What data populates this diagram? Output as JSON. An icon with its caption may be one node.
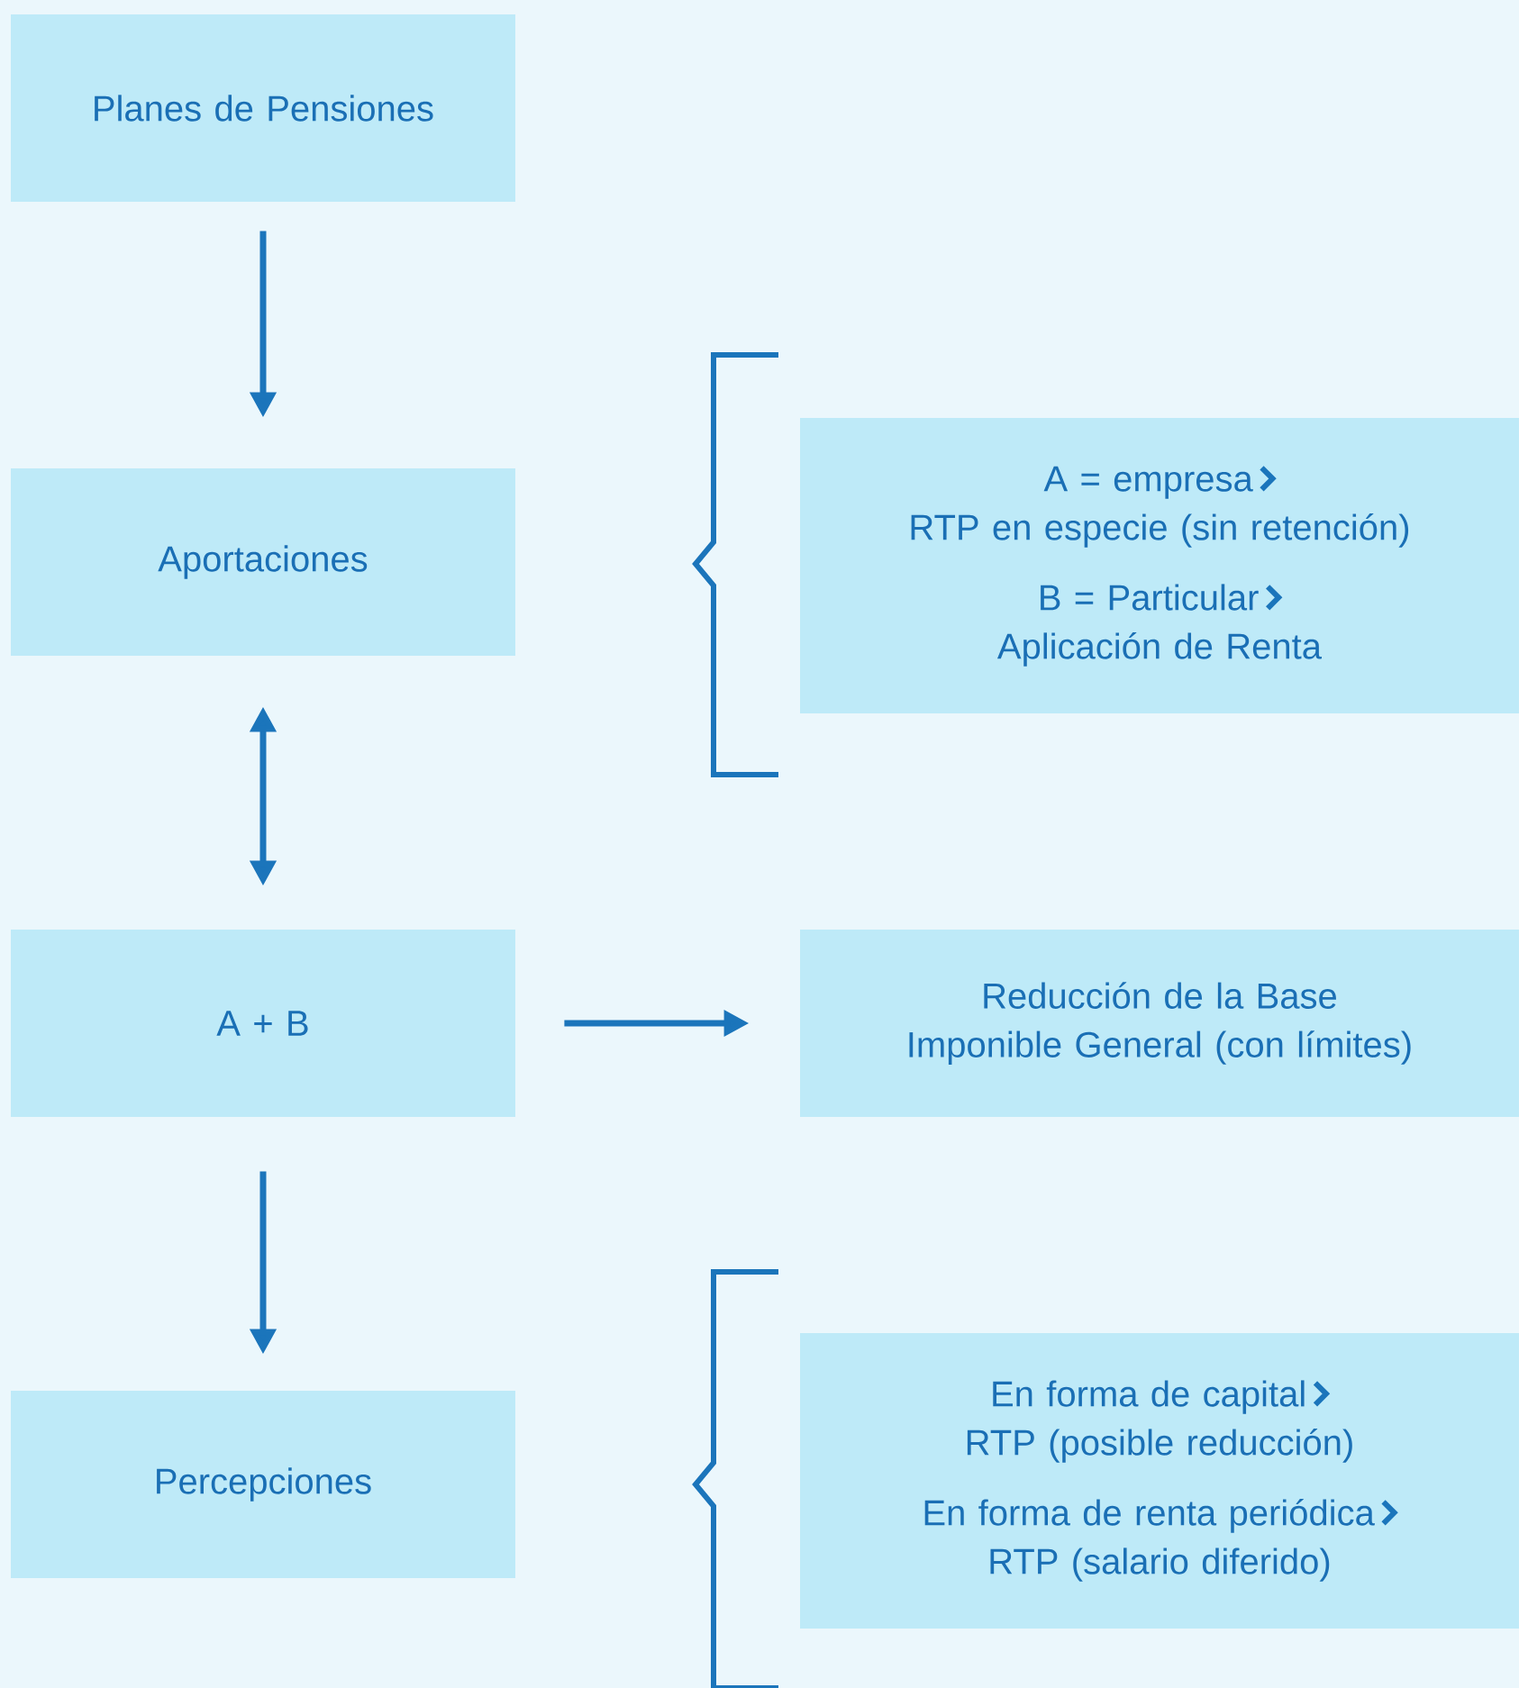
{
  "diagram": {
    "nodes": [
      {
        "text": [
          "Planes de Pensiones"
        ]
      },
      {
        "text": [
          "Aportaciones"
        ]
      },
      {
        "text": [
          "A = empresa",
          "RTP en especie (sin retención)",
          "B = Particular",
          "Aplicación de Renta"
        ]
      },
      {
        "text": [
          "A + B"
        ]
      },
      {
        "text": [
          "Reducción de la Base Imponible General (con límites)"
        ]
      },
      {
        "text": [
          "Percepciones"
        ]
      },
      {
        "text": [
          "En forma de capital",
          "RTP (posible reducción)",
          "En forma de renta periódica",
          "RTP (salario diferido)"
        ]
      }
    ],
    "edges": [
      {
        "from": 0,
        "to": 1,
        "arrow": "to"
      },
      {
        "from": 1,
        "to": 3,
        "arrow": "both"
      },
      {
        "from": 3,
        "to": 4,
        "arrow": "to"
      },
      {
        "from": 3,
        "to": 5,
        "arrow": "to"
      }
    ]
  }
}
